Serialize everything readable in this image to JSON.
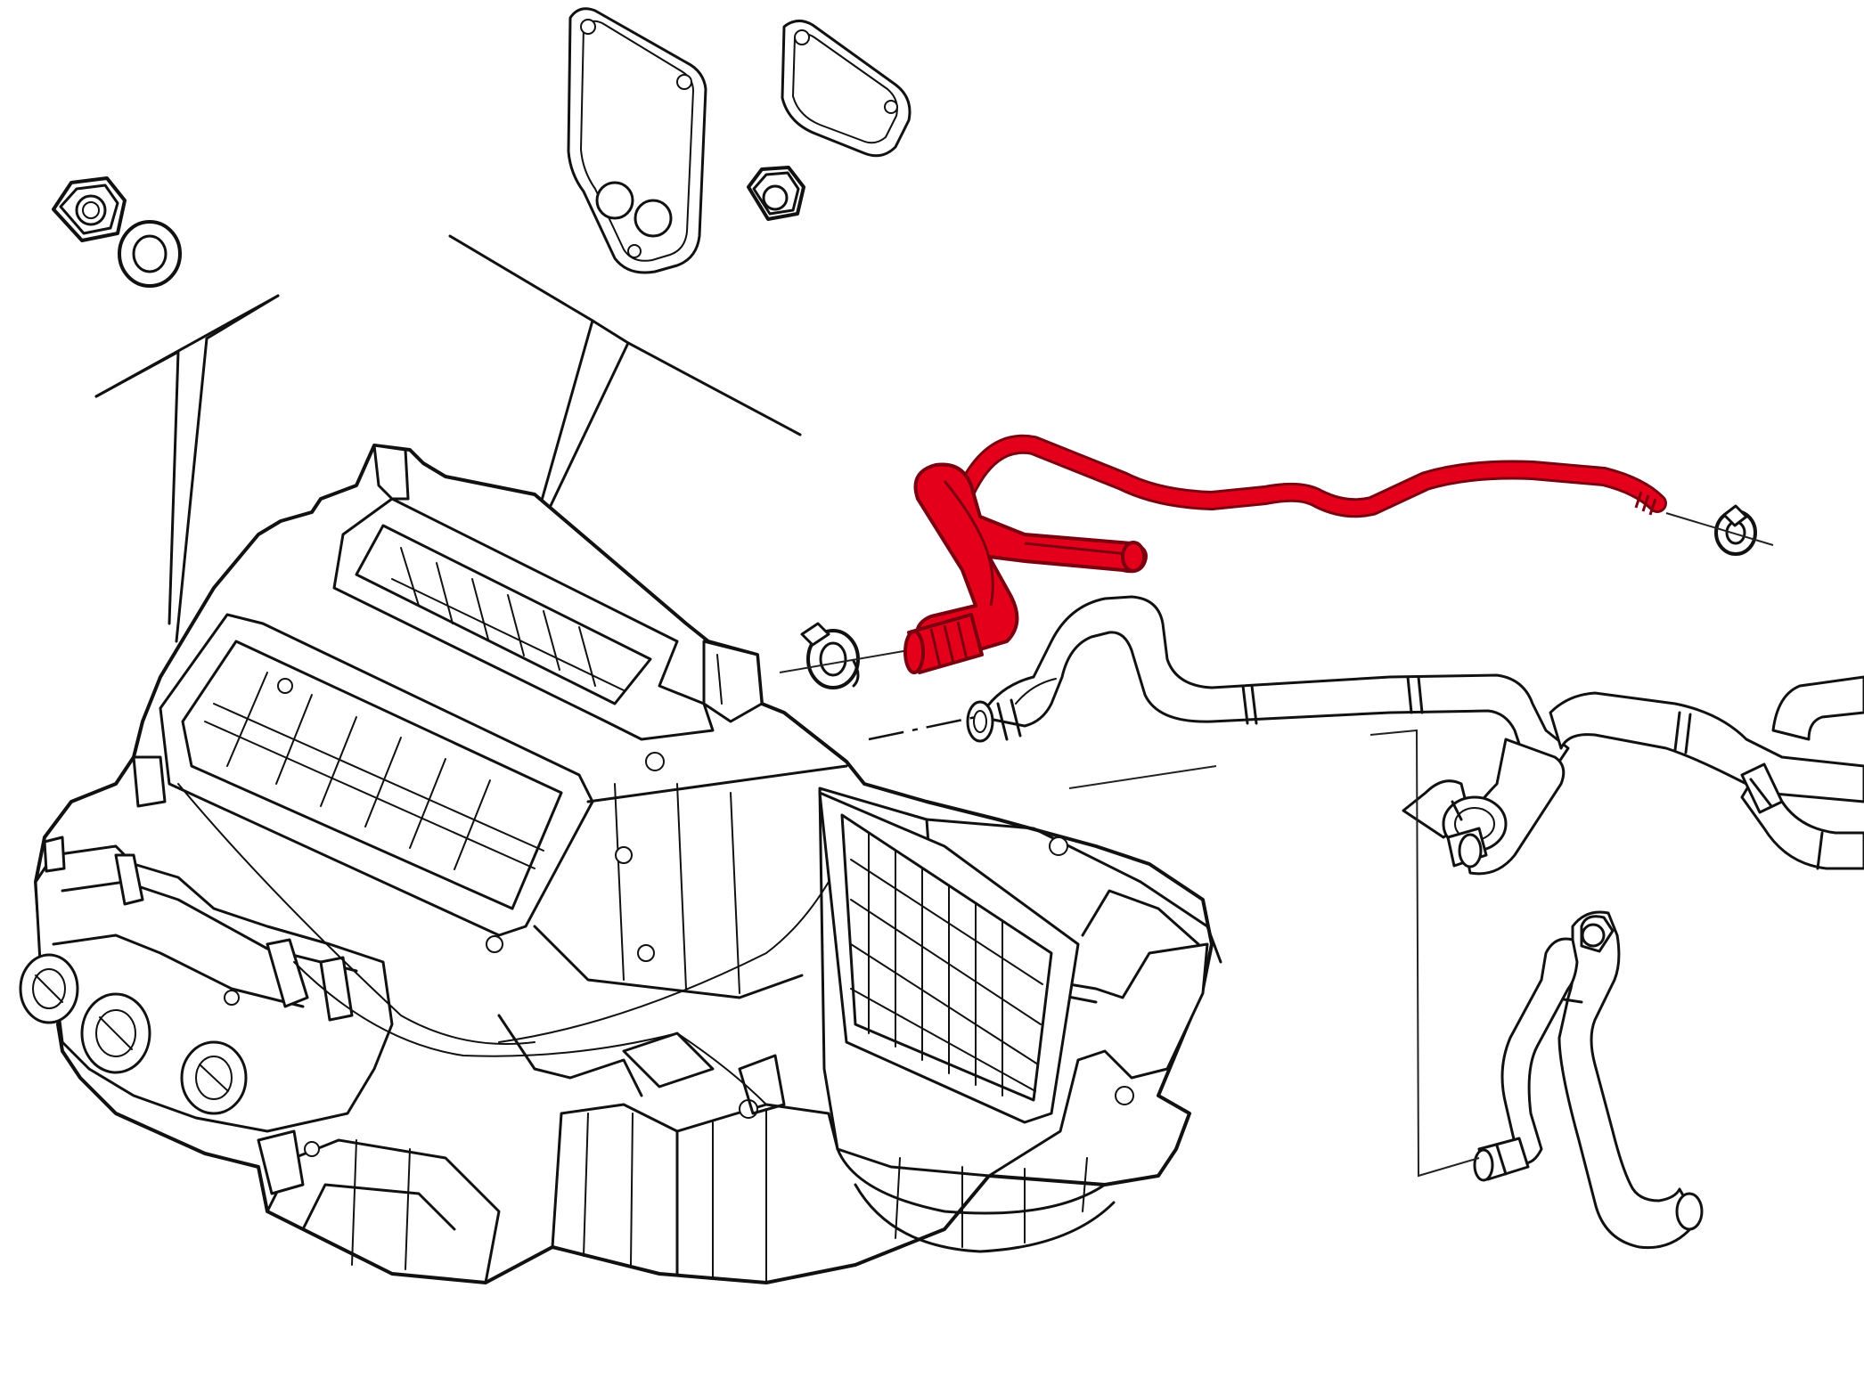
{
  "colors": {
    "background": "#ffffff",
    "line": "#111111",
    "highlight": "#e4001b",
    "highlight_outline": "#7a0010"
  },
  "parts": [
    {
      "name": "hvac-heater-unit",
      "highlighted": false
    },
    {
      "name": "gasket-large",
      "highlighted": false
    },
    {
      "name": "gasket-small",
      "highlighted": false
    },
    {
      "name": "hex-nut-left",
      "highlighted": false
    },
    {
      "name": "washer-left",
      "highlighted": false
    },
    {
      "name": "hex-nut-center",
      "highlighted": false
    },
    {
      "name": "hose-clamp-center",
      "highlighted": false
    },
    {
      "name": "hose-clamp-right",
      "highlighted": false
    },
    {
      "name": "drain-hose",
      "highlighted": true
    },
    {
      "name": "heater-hose-assembly",
      "highlighted": false
    },
    {
      "name": "coolant-pipe-lower",
      "highlighted": false
    }
  ]
}
